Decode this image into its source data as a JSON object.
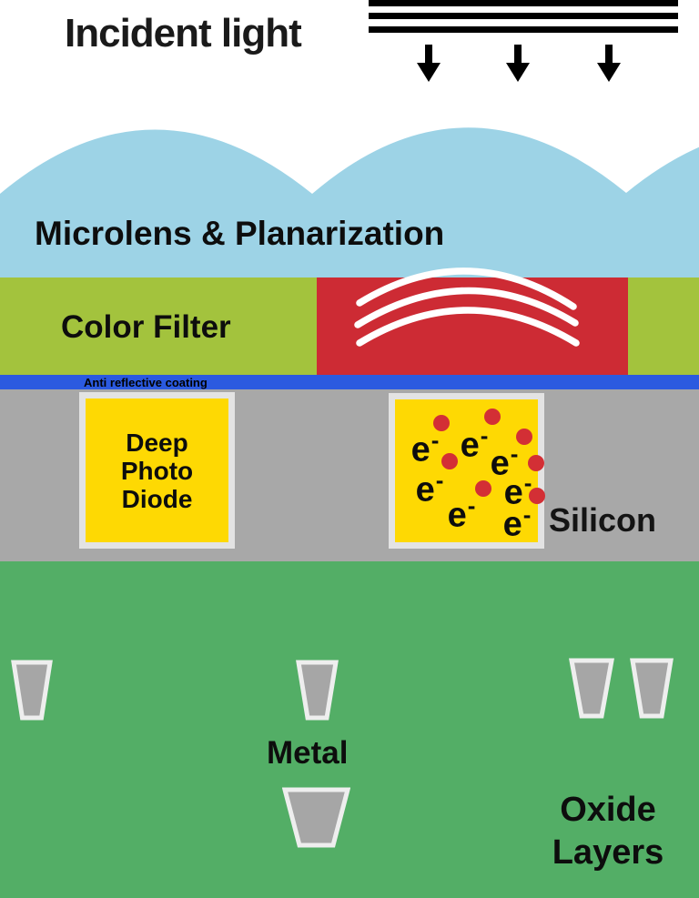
{
  "header": {
    "title": "Incident light",
    "light_bars": 3,
    "down_arrows": 3
  },
  "microlens": {
    "label": "Microlens & Planarization",
    "color": "#9dd3e6",
    "dome_count": 3
  },
  "color_filter": {
    "label": "Color Filter",
    "green_color": "#a3c33d",
    "red_color": "#cd2b34",
    "wavefront_arcs": 3
  },
  "anti_reflective_coating": {
    "label": "Anti reflective coating",
    "color": "#2b5ae0"
  },
  "silicon": {
    "label": "Silicon",
    "color": "#a8a8a8"
  },
  "photodiode": {
    "line1": "Deep",
    "line2": "Photo",
    "line3": "Diode",
    "fill_color": "#fed903",
    "border_color": "#e3e3e3"
  },
  "electrons": {
    "symbol": "e",
    "superscript": "-",
    "electron_count": 7,
    "dot_count": 7,
    "dot_color": "#d32f35"
  },
  "interconnect": {
    "metal_label": "Metal",
    "oxide_label_line1": "Oxide",
    "oxide_label_line2": "Layers",
    "background_color": "#53ae66",
    "metal_fill_color": "#a6a6a6",
    "metal_contact_count": 5
  }
}
